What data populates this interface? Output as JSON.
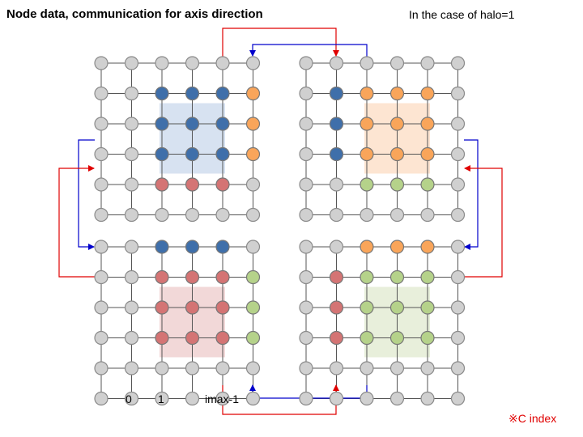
{
  "title": "Node data, communication for axis direction",
  "subtitle": "In the case of halo=1",
  "note": "※C index",
  "index_labels": [
    "0",
    "1",
    "imax-1"
  ],
  "colors": {
    "node_gray": "#d0d0d0",
    "node_stroke": "#8a8a8a",
    "blue": "#3f6faa",
    "orange": "#f9a55a",
    "red": "#d47474",
    "green": "#b5d28a",
    "blue_fill": "#d7e2f1",
    "orange_fill": "#fde5d2",
    "red_fill": "#f2d8d8",
    "green_fill": "#e8efdb",
    "arrow_red": "#e00000",
    "arrow_blue": "#0000cc",
    "grid_line": "#555555"
  },
  "blocks": [
    {
      "id": "top-left",
      "fill": "blue_fill",
      "nodes": [
        "GGGGGG",
        "GGBBBO",
        "GGBBBO",
        "GGBBBO",
        "GGRRRG",
        "GGGGGG"
      ]
    },
    {
      "id": "top-right",
      "fill": "orange_fill",
      "nodes": [
        "GGGGGG",
        "GBOOOG",
        "GBOOOG",
        "GBOOOG",
        "GGEEEG",
        "GGGGGG"
      ]
    },
    {
      "id": "bottom-left",
      "fill": "red_fill",
      "nodes": [
        "GGBBBG",
        "GGRRRE",
        "GGRRRE",
        "GGRRRE",
        "GGGGGG",
        "GGGGGG"
      ]
    },
    {
      "id": "bottom-right",
      "fill": "green_fill",
      "nodes": [
        "GGOOOG",
        "GREEEG",
        "GREEEG",
        "GREEEG",
        "GGGGGG",
        "GGGGGG"
      ]
    }
  ]
}
